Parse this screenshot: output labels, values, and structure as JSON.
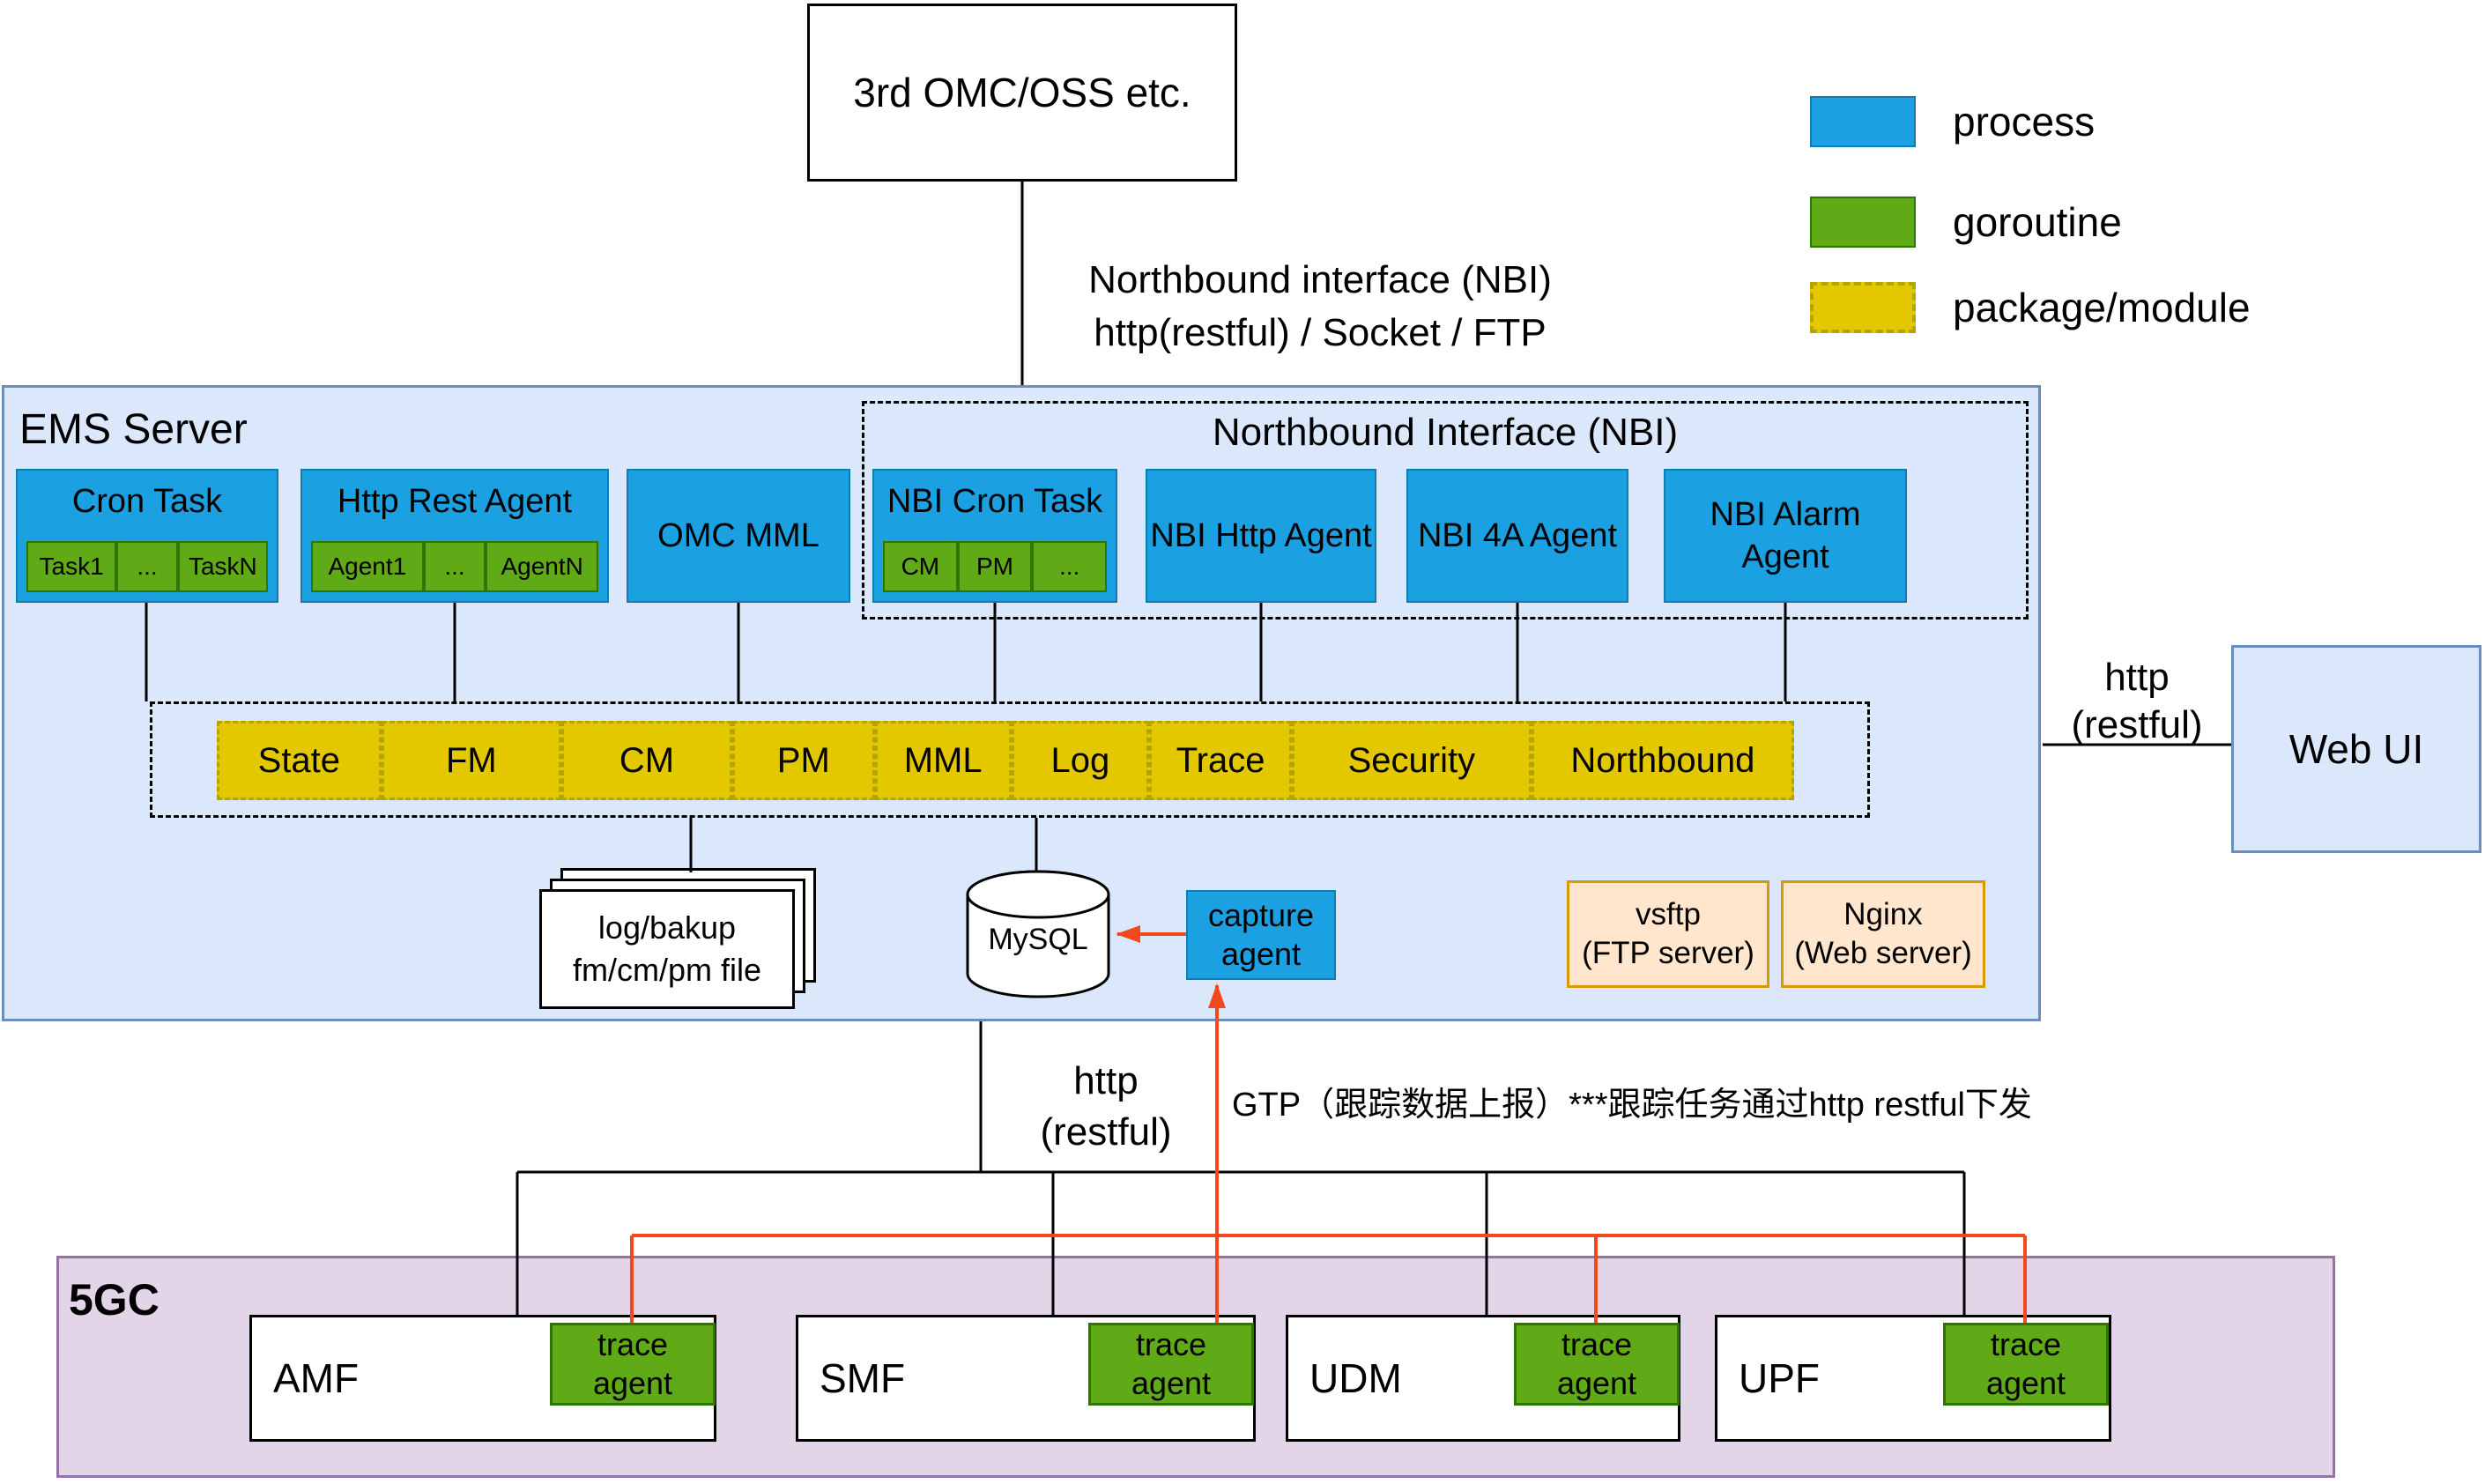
{
  "colors": {
    "process_blue": "#1ba1e2",
    "goroutine_green": "#60a917",
    "package_yellow": "#e3c800",
    "ems_fill": "#dbe8fb",
    "core_fill": "#e1d5e7",
    "server_tan": "#ffe6cc",
    "link_orange": "#f2491c"
  },
  "top": {
    "oss_label": "3rd OMC/OSS etc.",
    "nbi_line1": "Northbound interface (NBI)",
    "nbi_line2": "http(restful) / Socket / FTP"
  },
  "legend": {
    "items": [
      {
        "label": "process"
      },
      {
        "label": "goroutine"
      },
      {
        "label": "package/module"
      }
    ]
  },
  "ems": {
    "title": "EMS Server",
    "cron_task": {
      "title": "Cron Task",
      "goroutines": [
        "Task1",
        "...",
        "TaskN"
      ]
    },
    "http_rest_agent": {
      "title": "Http Rest Agent",
      "goroutines": [
        "Agent1",
        "...",
        "AgentN"
      ]
    },
    "omc_mml": {
      "title": "OMC MML"
    },
    "nbi": {
      "title": "Northbound Interface (NBI)",
      "cron_task": {
        "title": "NBI Cron Task",
        "goroutines": [
          "CM",
          "PM",
          "..."
        ]
      },
      "http_agent": "NBI Http Agent",
      "four_a_agent": "NBI 4A Agent",
      "alarm_agent": "NBI Alarm Agent"
    },
    "modules": [
      "State",
      "FM",
      "CM",
      "PM",
      "MML",
      "Log",
      "Trace",
      "Security",
      "Northbound"
    ],
    "file_store": {
      "line1": "log/bakup",
      "line2": "fm/cm/pm file"
    },
    "database": "MySQL",
    "capture_agent": {
      "line1": "capture",
      "line2": "agent"
    },
    "ftp_server": {
      "line1": "vsftp",
      "line2": "(FTP server)"
    },
    "web_server": {
      "line1": "Nginx",
      "line2": "(Web server)"
    }
  },
  "web_ui": {
    "label": "Web UI",
    "link_line1": "http",
    "link_line2": "(restful)"
  },
  "south_links": {
    "http_line1": "http",
    "http_line2": "(restful)",
    "gtp_label": "GTP（跟踪数据上报）***跟踪任务通过http restful下发"
  },
  "core": {
    "title": "5GC",
    "agent_line1": "trace",
    "agent_line2": "agent",
    "nfs": [
      {
        "name": "AMF"
      },
      {
        "name": "SMF"
      },
      {
        "name": "UDM"
      },
      {
        "name": "UPF"
      }
    ]
  }
}
